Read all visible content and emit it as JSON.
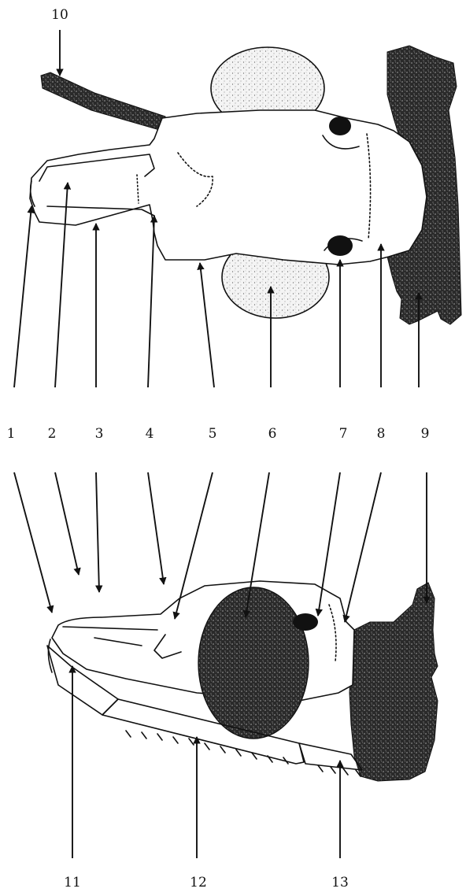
{
  "figure": {
    "labels": {
      "l1": "1",
      "l2": "2",
      "l3": "3",
      "l4": "4",
      "l5": "5",
      "l6": "6",
      "l7": "7",
      "l8": "8",
      "l9": "9",
      "l10": "10",
      "l11": "11",
      "l12": "12",
      "l13": "13"
    }
  }
}
